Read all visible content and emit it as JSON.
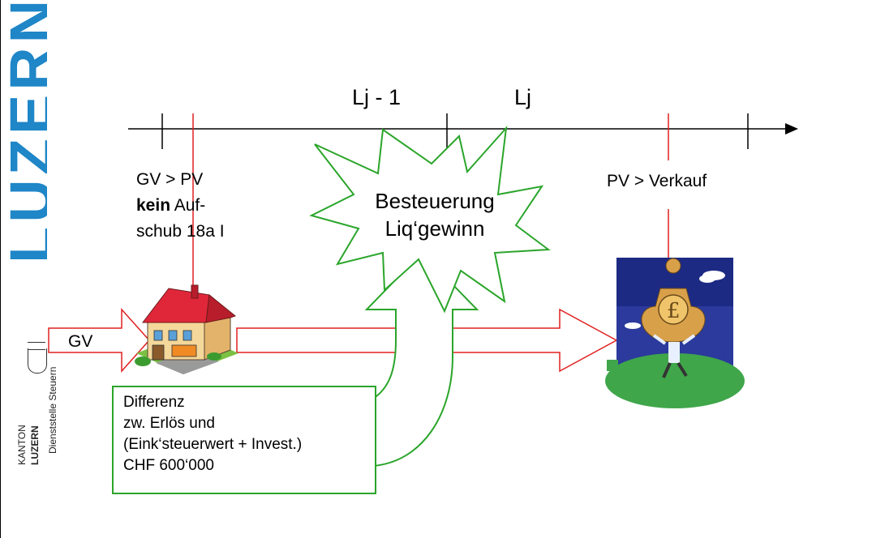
{
  "sidebar": {
    "brand": "LUZERN",
    "canton_prefix": "KANTON",
    "canton_name": "LUZERN",
    "department": "Dienststelle Steuern"
  },
  "timeline": {
    "period_prev": "Lj - 1",
    "period_current": "Lj"
  },
  "labels": {
    "transfer_left": {
      "line1": "GV > PV",
      "line2_bold": "kein",
      "line2_rest": " Auf-",
      "line3": "schub 18a I"
    },
    "transfer_right": "PV > Verkauf",
    "input_arrow": "GV"
  },
  "burst": {
    "line1": "Besteuerung",
    "line2": "Liq‘gewinn"
  },
  "difference_box": {
    "lines": [
      "Differenz",
      "zw. Erlös und",
      "(Eink‘steuerwert + Invest.)",
      "CHF 600‘000"
    ]
  },
  "icons": {
    "house": "house-icon",
    "money": "money-bag-icon",
    "pound_symbol": "£"
  },
  "colors": {
    "red": "#e02020",
    "green": "#2aa52a",
    "brand_blue": "#1f86c7"
  }
}
